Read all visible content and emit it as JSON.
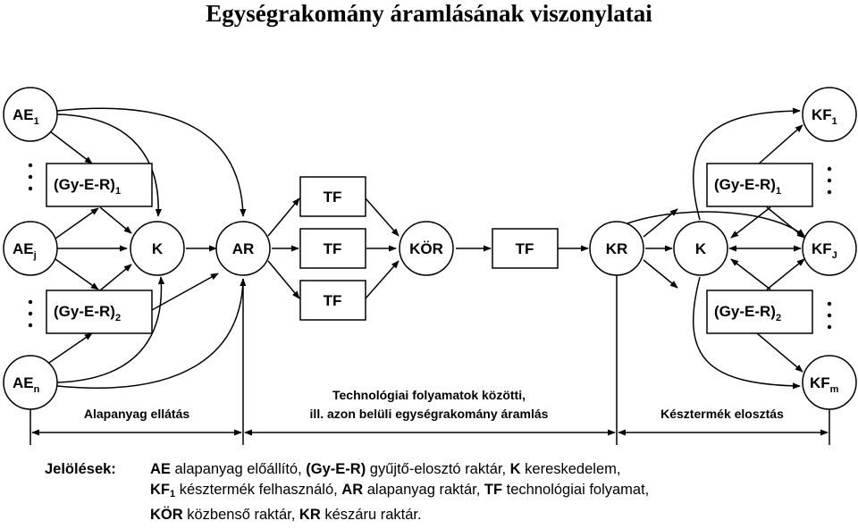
{
  "title": "Egységrakomány áramlásának viszonylatai",
  "nodes": {
    "ae1": {
      "main": "AE",
      "sub": "1"
    },
    "aej": {
      "main": "AE",
      "sub": "j"
    },
    "aen": {
      "main": "AE",
      "sub": "n"
    },
    "gyer1_left": {
      "main": "(Gy-E-R)",
      "sub": "1"
    },
    "gyer2_left": {
      "main": "(Gy-E-R)",
      "sub": "2"
    },
    "k_left": {
      "main": "K"
    },
    "ar": {
      "main": "AR"
    },
    "tf_top": {
      "main": "TF"
    },
    "tf_mid": {
      "main": "TF"
    },
    "tf_bot": {
      "main": "TF"
    },
    "kor": {
      "main": "KÖR"
    },
    "tf_center": {
      "main": "TF"
    },
    "kr": {
      "main": "KR"
    },
    "k_right": {
      "main": "K"
    },
    "gyer1_right": {
      "main": "(Gy-E-R)",
      "sub": "1"
    },
    "gyer2_right": {
      "main": "(Gy-E-R)",
      "sub": "2"
    },
    "kf1": {
      "main": "KF",
      "sub": "1"
    },
    "kfj": {
      "main": "KF",
      "sub": "J"
    },
    "kfm": {
      "main": "KF",
      "sub": "m"
    }
  },
  "sections": {
    "left": "Alapanyag ellátás",
    "middle_line1": "Technológiai folyamatok közötti,",
    "middle_line2": "ill. azon belüli egységrakomány áramlás",
    "right": "Késztermék elosztás"
  },
  "legend": {
    "heading": "Jelölések:",
    "ae_code": "AE",
    "ae_text": " alapanyag előállító, ",
    "gyer_code": "(Gy-E-R)",
    "gyer_text": " gyűjtő-elosztó raktár, ",
    "k_code": "K",
    "k_text": " kereskedelem,",
    "kf_code": "KF",
    "kf_sub": "1",
    "kf_text": " késztermék felhasználó, ",
    "ar_code": "AR",
    "ar_text": " alapanyag raktár, ",
    "tf_code": "TF",
    "tf_text": " technológiai folyamat,",
    "kor_code": "KÖR",
    "kor_text": " közbenső raktár, ",
    "kr_code": "KR",
    "kr_text": " készáru raktár."
  }
}
